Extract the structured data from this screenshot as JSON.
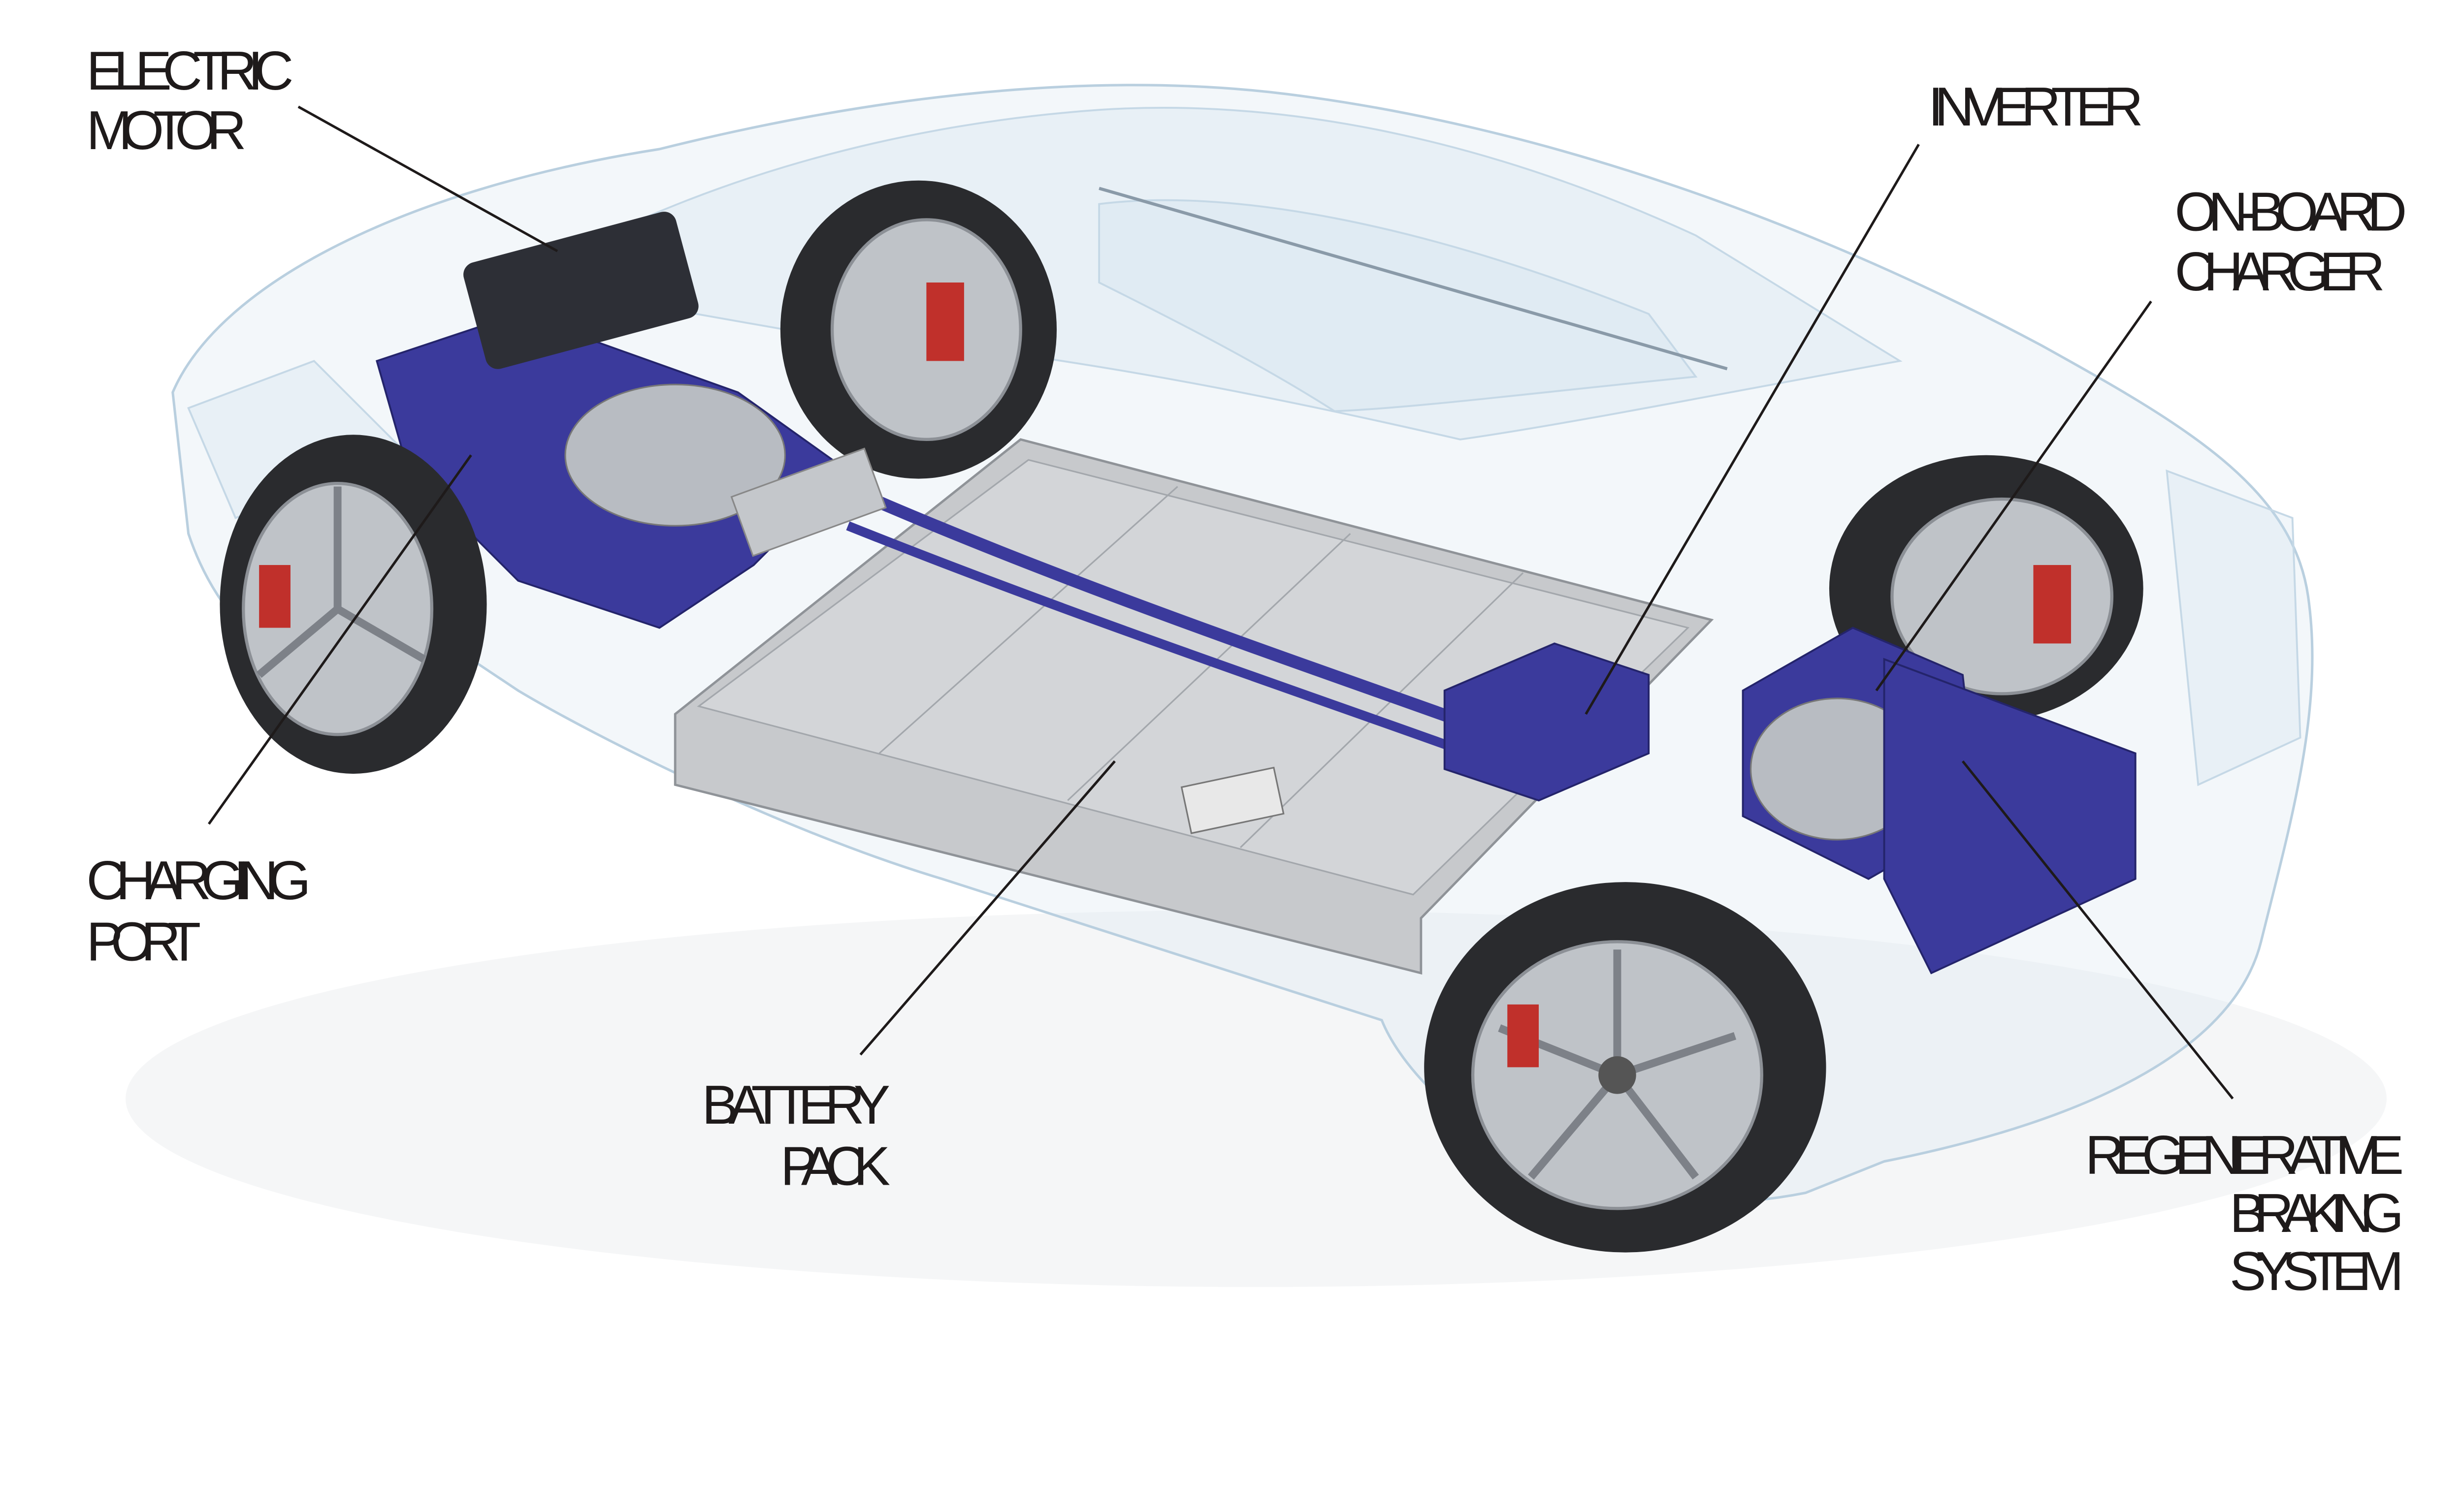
{
  "labels": {
    "electric_motor": [
      "ELECTRIC",
      "MOTOR"
    ],
    "inverter": [
      "INVERTER"
    ],
    "on_board_charger": [
      "ON-BOARD",
      "CHARGER"
    ],
    "charging_port": [
      "CHARGING",
      "PORT"
    ],
    "battery_pack": [
      "BATTERY",
      "PACK"
    ],
    "regenerative_braking": [
      "REGENERATIVE",
      "BRAKING",
      "SYSTEM"
    ]
  },
  "colors": {
    "background": "#ffffff",
    "component_blue": "#3b3a9c",
    "battery_grey": "#c7c9cc",
    "body_outline": "#b9cfdf",
    "label_text": "#1e1a1a",
    "brake_caliper": "#c0302b"
  }
}
